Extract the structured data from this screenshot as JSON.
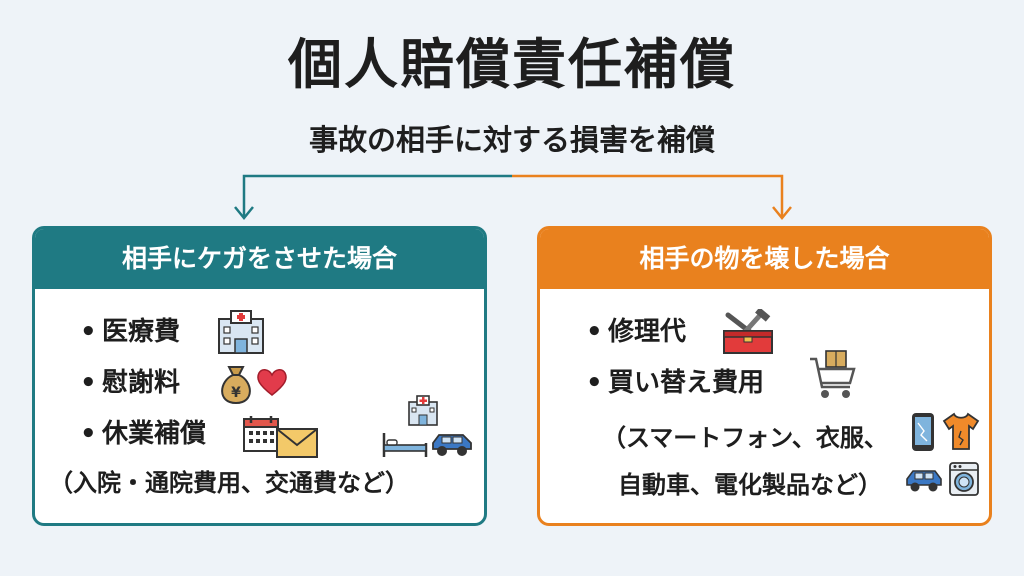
{
  "title": "個人賠償責任補償",
  "subtitle": "事故の相手に対する損害を補償",
  "colors": {
    "left_accent": "#1f7a83",
    "right_accent": "#e9811e",
    "background": "#eef3f8"
  },
  "left_box": {
    "heading": "相手にケガをさせた場合",
    "items": [
      "医療費",
      "慰謝料",
      "休業補償"
    ],
    "note": "（入院・通院費用、交通費など）",
    "icons": [
      "hospital-icon",
      "money-bag-icon",
      "heart-icon",
      "calendar-icon",
      "envelope-icon",
      "hospital-bed-icon",
      "car-icon"
    ]
  },
  "right_box": {
    "heading": "相手の物を壊した場合",
    "items": [
      "修理代",
      "買い替え費用"
    ],
    "note_line1": "（スマートフォン、衣服、",
    "note_line2": "自動車、電化製品など）",
    "icons": [
      "toolbox-icon",
      "shopping-cart-icon",
      "smartphone-icon",
      "shirt-icon",
      "car-icon",
      "washing-machine-icon"
    ]
  },
  "bullet": "•"
}
